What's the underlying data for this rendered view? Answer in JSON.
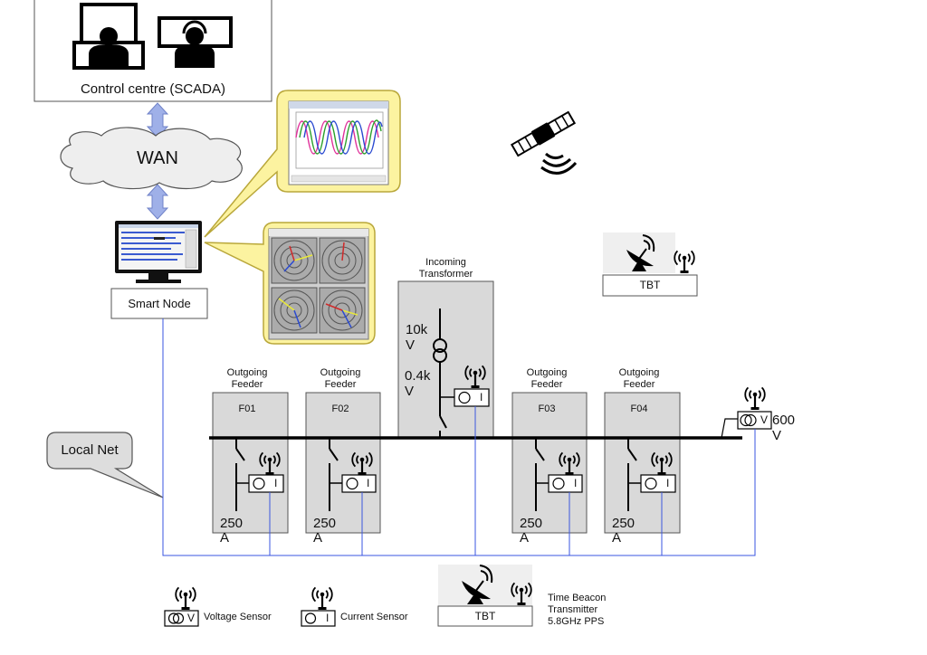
{
  "control_centre": {
    "label": "Control centre (SCADA)"
  },
  "wan": {
    "label": "WAN"
  },
  "smart_node": {
    "label": "Smart Node"
  },
  "local_net": {
    "label": "Local Net"
  },
  "incoming_transformer": {
    "title_line1": "Incoming",
    "title_line2": "Transformer",
    "hv_value": "10k",
    "hv_unit": "V",
    "lv_value": "0.4k",
    "lv_unit": "V"
  },
  "feeders": [
    {
      "title_line1": "Outgoing",
      "title_line2": "Feeder",
      "id": "F01",
      "rating_value": "250",
      "rating_unit": "A"
    },
    {
      "title_line1": "Outgoing",
      "title_line2": "Feeder",
      "id": "F02",
      "rating_value": "250",
      "rating_unit": "A"
    },
    {
      "title_line1": "Outgoing",
      "title_line2": "Feeder",
      "id": "F03",
      "rating_value": "250",
      "rating_unit": "A"
    },
    {
      "title_line1": "Outgoing",
      "title_line2": "Feeder",
      "id": "F04",
      "rating_value": "250",
      "rating_unit": "A"
    }
  ],
  "bus_voltage": {
    "value": "600",
    "unit": "V"
  },
  "tbt_top": {
    "label": "TBT"
  },
  "tbt_bottom": {
    "label": "TBT"
  },
  "legend": {
    "voltage_sensor": "Voltage Sensor",
    "current_sensor": "Current Sensor",
    "voltage_symbol": "V",
    "current_symbol": "I",
    "tbt_desc_line1": "Time Beacon",
    "tbt_desc_line2": "Transmitter",
    "tbt_desc_line3": "5.8GHz PPS"
  },
  "colors": {
    "box_fill": "#d9d9d9",
    "callout_fill": "#fcf3a0",
    "callout_stroke": "#b9a73a",
    "arrow_fill": "#9fb0e8",
    "net_line": "#3a56e0",
    "cloud_fill": "#eeeeee",
    "local_net_fill": "#dddddd"
  }
}
